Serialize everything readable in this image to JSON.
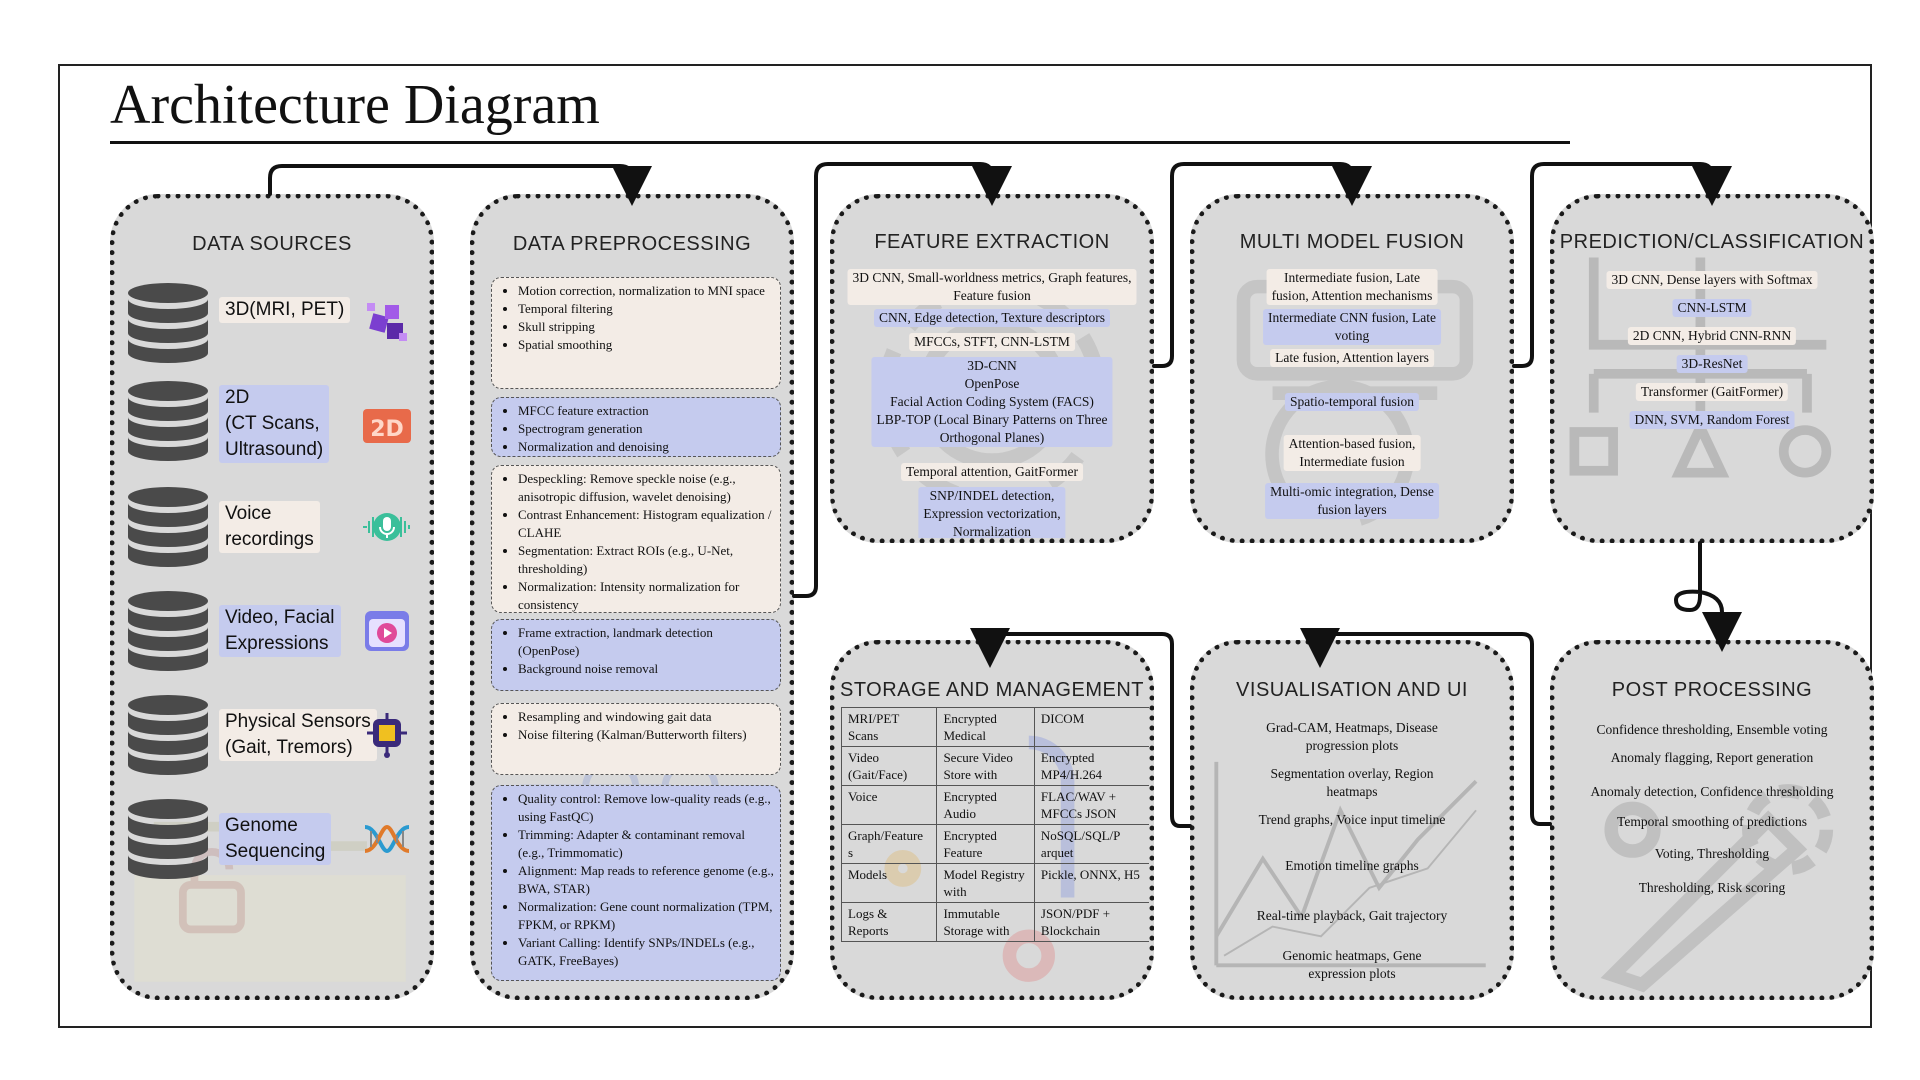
{
  "title": "Architecture Diagram",
  "colors": {
    "panel_bg": "#d9d9d9",
    "light_box": "#f3ece6",
    "blue_box": "#c5cbee",
    "db_icon": "#4a4a4a",
    "connector": "#111111"
  },
  "data_sources": {
    "title": "DATA SOURCES",
    "items": [
      {
        "lines": [
          "3D(MRI, PET)"
        ],
        "icon": "3d-cubes-icon"
      },
      {
        "lines": [
          "2D",
          "(CT Scans,",
          "Ultrasound)"
        ],
        "icon": "2d-badge-icon",
        "badge": "2D"
      },
      {
        "lines": [
          "Voice",
          "recordings"
        ],
        "icon": "microphone-waveform-icon"
      },
      {
        "lines": [
          "Video, Facial",
          "Expressions"
        ],
        "icon": "video-play-icon"
      },
      {
        "lines": [
          "Physical Sensors",
          "(Gait, Tremors)"
        ],
        "icon": "sensor-chip-icon"
      },
      {
        "lines": [
          "Genome",
          "Sequencing"
        ],
        "icon": "dna-helix-icon"
      }
    ]
  },
  "preprocessing": {
    "title": "DATA PREPROCESSING",
    "boxes": [
      {
        "style": "lt",
        "items": [
          "Motion correction, normalization to MNI space",
          "Temporal filtering",
          "Skull stripping",
          "Spatial smoothing"
        ]
      },
      {
        "style": "bl",
        "items": [
          "MFCC feature extraction",
          "Spectrogram generation",
          "Normalization and denoising"
        ]
      },
      {
        "style": "lt",
        "items": [
          "Despeckling: Remove speckle noise (e.g., anisotropic diffusion, wavelet denoising)",
          "Contrast Enhancement: Histogram equalization / CLAHE",
          "Segmentation: Extract ROIs (e.g., U-Net, thresholding)",
          "Normalization: Intensity normalization for consistency"
        ]
      },
      {
        "style": "bl",
        "items": [
          "Frame extraction, landmark detection (OpenPose)",
          "Background noise removal"
        ]
      },
      {
        "style": "lt",
        "items": [
          "Resampling and windowing gait data",
          "Noise filtering (Kalman/Butterworth filters)"
        ]
      },
      {
        "style": "bl",
        "items": [
          "Quality control: Remove low-quality reads (e.g., using FastQC)",
          "Trimming: Adapter & contaminant removal (e.g., Trimmomatic)",
          "Alignment: Map reads to reference genome (e.g., BWA, STAR)",
          "Normalization: Gene count normalization (TPM, FPKM, or RPKM)",
          "Variant Calling: Identify SNPs/INDELs (e.g., GATK, FreeBayes)"
        ]
      }
    ]
  },
  "feature_extraction": {
    "title": "FEATURE EXTRACTION",
    "items": [
      {
        "style": "lt",
        "lines": [
          "3D CNN, Small-worldness metrics, Graph features,",
          "Feature fusion"
        ]
      },
      {
        "style": "bl",
        "lines": [
          "CNN, Edge detection, Texture descriptors"
        ]
      },
      {
        "style": "lt",
        "lines": [
          "MFCCs, STFT, CNN-LSTM"
        ]
      },
      {
        "style": "bl",
        "lines": [
          "3D-CNN",
          "OpenPose",
          "Facial Action Coding System (FACS)",
          "LBP-TOP (Local Binary Patterns on Three",
          "Orthogonal Planes)"
        ]
      },
      {
        "style": "lt",
        "lines": [
          "Temporal attention, GaitFormer"
        ]
      },
      {
        "style": "bl",
        "lines": [
          "SNP/INDEL detection,",
          "Expression vectorization,",
          "Normalization"
        ]
      }
    ]
  },
  "fusion": {
    "title": "MULTI MODEL FUSION",
    "items": [
      {
        "style": "lt",
        "lines": [
          "Intermediate fusion, Late",
          "fusion, Attention mechanisms"
        ]
      },
      {
        "style": "bl",
        "lines": [
          "Intermediate CNN fusion, Late",
          "voting"
        ]
      },
      {
        "style": "lt",
        "lines": [
          "Late fusion, Attention layers"
        ]
      },
      {
        "style": "bl",
        "lines": [
          "Spatio-temporal fusion"
        ]
      },
      {
        "style": "lt",
        "lines": [
          "Attention-based fusion,",
          "Intermediate fusion"
        ]
      },
      {
        "style": "bl",
        "lines": [
          "Multi-omic integration, Dense",
          "fusion layers"
        ]
      }
    ]
  },
  "prediction": {
    "title": "PREDICTION/CLASSIFICATION",
    "items": [
      {
        "style": "lt",
        "lines": [
          "3D CNN, Dense layers with Softmax"
        ]
      },
      {
        "style": "bl",
        "lines": [
          "CNN-LSTM"
        ]
      },
      {
        "style": "lt",
        "lines": [
          "2D CNN, Hybrid CNN-RNN"
        ]
      },
      {
        "style": "bl",
        "lines": [
          "3D-ResNet"
        ]
      },
      {
        "style": "lt",
        "lines": [
          "Transformer (GaitFormer)"
        ]
      },
      {
        "style": "bl",
        "lines": [
          "DNN, SVM, Random Forest"
        ]
      }
    ]
  },
  "storage": {
    "title": "STORAGE AND MANAGEMENT",
    "rows": [
      [
        "MRI/PET Scans",
        "Encrypted Medical",
        "DICOM"
      ],
      [
        "Video (Gait/Face)",
        "Secure Video Store with",
        "Encrypted MP4/H.264"
      ],
      [
        "Voice",
        "Encrypted Audio",
        "FLAC/WAV + MFCCs JSON"
      ],
      [
        "Graph/Feature s",
        "Encrypted Feature",
        "NoSQL/SQL/P arquet"
      ],
      [
        "Models",
        "Model Registry with",
        "Pickle, ONNX, H5"
      ],
      [
        "Logs & Reports",
        "Immutable Storage with",
        "JSON/PDF + Blockchain"
      ]
    ]
  },
  "visualisation": {
    "title": "VISUALISATION AND UI",
    "items": [
      [
        "Grad-CAM, Heatmaps, Disease",
        "progression plots"
      ],
      [
        "Segmentation overlay, Region",
        "heatmaps"
      ],
      [
        "Trend graphs, Voice input timeline"
      ],
      [
        "Emotion timeline graphs"
      ],
      [
        "Real-time playback, Gait trajectory"
      ],
      [
        "Genomic heatmaps, Gene",
        "expression plots"
      ]
    ]
  },
  "post_processing": {
    "title": "POST PROCESSING",
    "items": [
      "Confidence thresholding, Ensemble voting",
      "Anomaly flagging, Report generation",
      "Anomaly detection, Confidence thresholding",
      "Temporal smoothing of predictions",
      "Voting, Thresholding",
      "Thresholding, Risk scoring"
    ]
  }
}
